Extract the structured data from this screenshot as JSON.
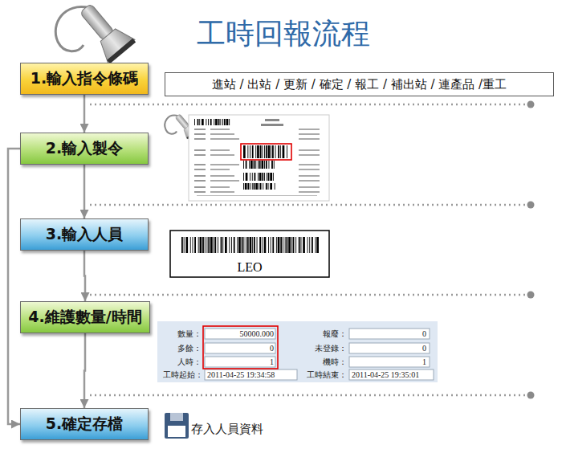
{
  "diagram": {
    "title": "工時回報流程",
    "nodes": [
      {
        "text": [
          "1.輸入指令條碼"
        ]
      },
      {
        "text": [
          "2.輸入製令"
        ]
      },
      {
        "text": [
          "3.輸入人員"
        ]
      },
      {
        "text": [
          "4.維護數量/時間"
        ]
      },
      {
        "text": [
          "5.確定存檔"
        ]
      },
      {
        "text": [
          "進站 / 出站 / 更新 / 確定 / 報工 / 補出站 / 連產品 /重工"
        ]
      },
      {
        "text": [
          "LEO"
        ]
      }
    ],
    "edges": [
      {
        "from": 0,
        "to": 1,
        "arrow": "to"
      },
      {
        "from": 1,
        "to": 2,
        "arrow": "to"
      },
      {
        "from": 2,
        "to": 3,
        "arrow": "to"
      },
      {
        "from": 3,
        "to": 4,
        "arrow": "to"
      },
      {
        "from": 1,
        "to": 4,
        "arrow": "to"
      }
    ],
    "labels": [
      "數量：",
      "50000.000",
      "多餘：",
      "0",
      "人時：",
      "1",
      "工時起始：",
      "2011-04-25 19:34:58",
      "報廢：",
      "0",
      "未登錄：",
      "0",
      "機時：",
      "1",
      "工時結束：",
      "2011-04-25 19:35:01",
      "存入人員資料"
    ]
  }
}
